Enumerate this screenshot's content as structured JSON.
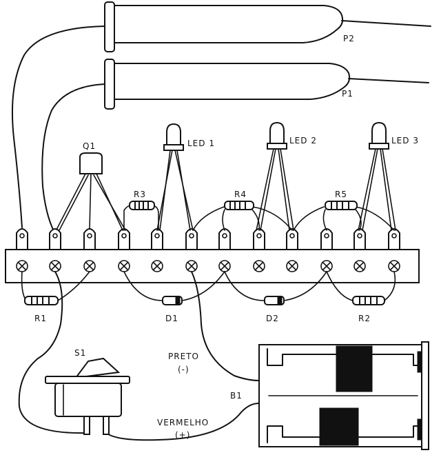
{
  "labels": {
    "p1": "P1",
    "p2": "P2",
    "q1": "Q1",
    "led1": "LED 1",
    "led2": "LED 2",
    "led3": "LED 3",
    "r1": "R1",
    "r2": "R2",
    "r3": "R3",
    "r4": "R4",
    "r5": "R5",
    "d1": "D1",
    "d2": "D2",
    "s1": "S1",
    "b1": "B1",
    "preto": "PRETO",
    "preto_sign": "(-)",
    "vermelho": "VERMELHO",
    "vermelho_sign": "(+)"
  }
}
